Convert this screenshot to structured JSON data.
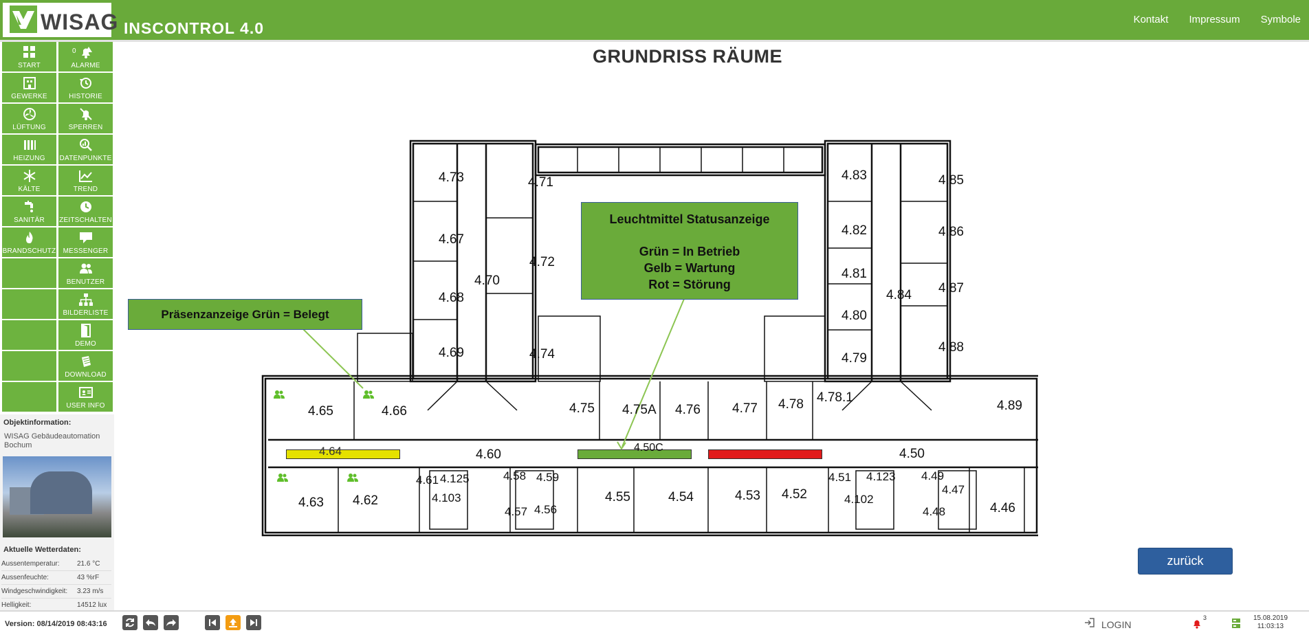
{
  "header": {
    "logo_text": "WISAG",
    "app_title": "INSCONTROL 4.0",
    "links": [
      "Kontakt",
      "Impressum",
      "Symbole"
    ]
  },
  "sidebar": {
    "left": [
      {
        "label": "START",
        "icon": "grid-icon"
      },
      {
        "label": "GEWERKE",
        "icon": "building-icon"
      },
      {
        "label": "LÜFTUNG",
        "icon": "fan-icon"
      },
      {
        "label": "HEIZUNG",
        "icon": "radiator-icon"
      },
      {
        "label": "KÄLTE",
        "icon": "snowflake-icon"
      },
      {
        "label": "SANITÄR",
        "icon": "faucet-icon"
      },
      {
        "label": "BRANDSCHUTZ",
        "icon": "flame-icon"
      }
    ],
    "right": [
      {
        "label": "ALARME",
        "icon": "alarm-bell-icon",
        "count": "0"
      },
      {
        "label": "HISTORIE",
        "icon": "history-icon"
      },
      {
        "label": "SPERREN",
        "icon": "muted-bell-icon"
      },
      {
        "label": "DATENPUNKTE",
        "icon": "magnifier-chart-icon"
      },
      {
        "label": "TREND",
        "icon": "trend-chart-icon"
      },
      {
        "label": "ZEITSCHALTEN",
        "icon": "clock-icon"
      },
      {
        "label": "MESSENGER",
        "icon": "speech-bubble-icon"
      },
      {
        "label": "BENUTZER",
        "icon": "users-icon"
      },
      {
        "label": "BILDERLISTE",
        "icon": "sitemap-icon"
      },
      {
        "label": "DEMO",
        "icon": "door-icon"
      },
      {
        "label": "DOWNLOAD",
        "icon": "document-icon"
      },
      {
        "label": "USER INFO",
        "icon": "id-card-icon"
      }
    ]
  },
  "object_info": {
    "header": "Objektinformation:",
    "company": "WISAG Gebäudeautomation Bochum"
  },
  "weather": {
    "header": "Aktuelle Wetterdaten:",
    "rows": [
      {
        "label": "Aussentemperatur:",
        "value": "21.6 °C"
      },
      {
        "label": "Aussenfeuchte:",
        "value": "43 %rF"
      },
      {
        "label": "Windgeschwindigkeit:",
        "value": "3.23 m/s"
      },
      {
        "label": "Helligkeit:",
        "value": "14512 lux"
      }
    ]
  },
  "page": {
    "title": "GRUNDRISS RÄUME",
    "back_label": "zurück"
  },
  "legend": {
    "presence": "Präsenzanzeige Grün = Belegt",
    "status_title": "Leuchtmittel Statusanzeige",
    "status_lines": [
      "Grün = In Betrieb",
      "Gelb = Wartung",
      "Rot = Störung"
    ]
  },
  "status_colors": {
    "green": "#6aab3a",
    "yellow": "#e5e100",
    "red": "#e11b1b",
    "presence": "#5fbe2a",
    "button": "#2e5f9e"
  },
  "rooms": [
    "4.73",
    "4.71",
    "4.67",
    "4.72",
    "4.70",
    "4.68",
    "4.69",
    "4.74",
    "4.83",
    "4.85",
    "4.82",
    "4.86",
    "4.81",
    "4.87",
    "4.84",
    "4.80",
    "4.79",
    "4.88",
    "4.65",
    "4.66",
    "4.75",
    "4.75A",
    "4.76",
    "4.77",
    "4.78",
    "4.78.1",
    "4.89",
    "4.60",
    "4.50C",
    "4.50",
    "4.63",
    "4.62",
    "4.61",
    "4.125",
    "4.103",
    "4.58",
    "4.59",
    "4.57",
    "4.56",
    "4.55",
    "4.54",
    "4.53",
    "4.52",
    "4.51",
    "4.123",
    "4.102",
    "4.49",
    "4.47",
    "4.48",
    "4.46",
    "4.64"
  ],
  "footer": {
    "version": "Version: 08/14/2019 08:43:16",
    "login": "LOGIN",
    "alarm_count": "3",
    "date": "15.08.2019",
    "time": "11:03:13"
  }
}
